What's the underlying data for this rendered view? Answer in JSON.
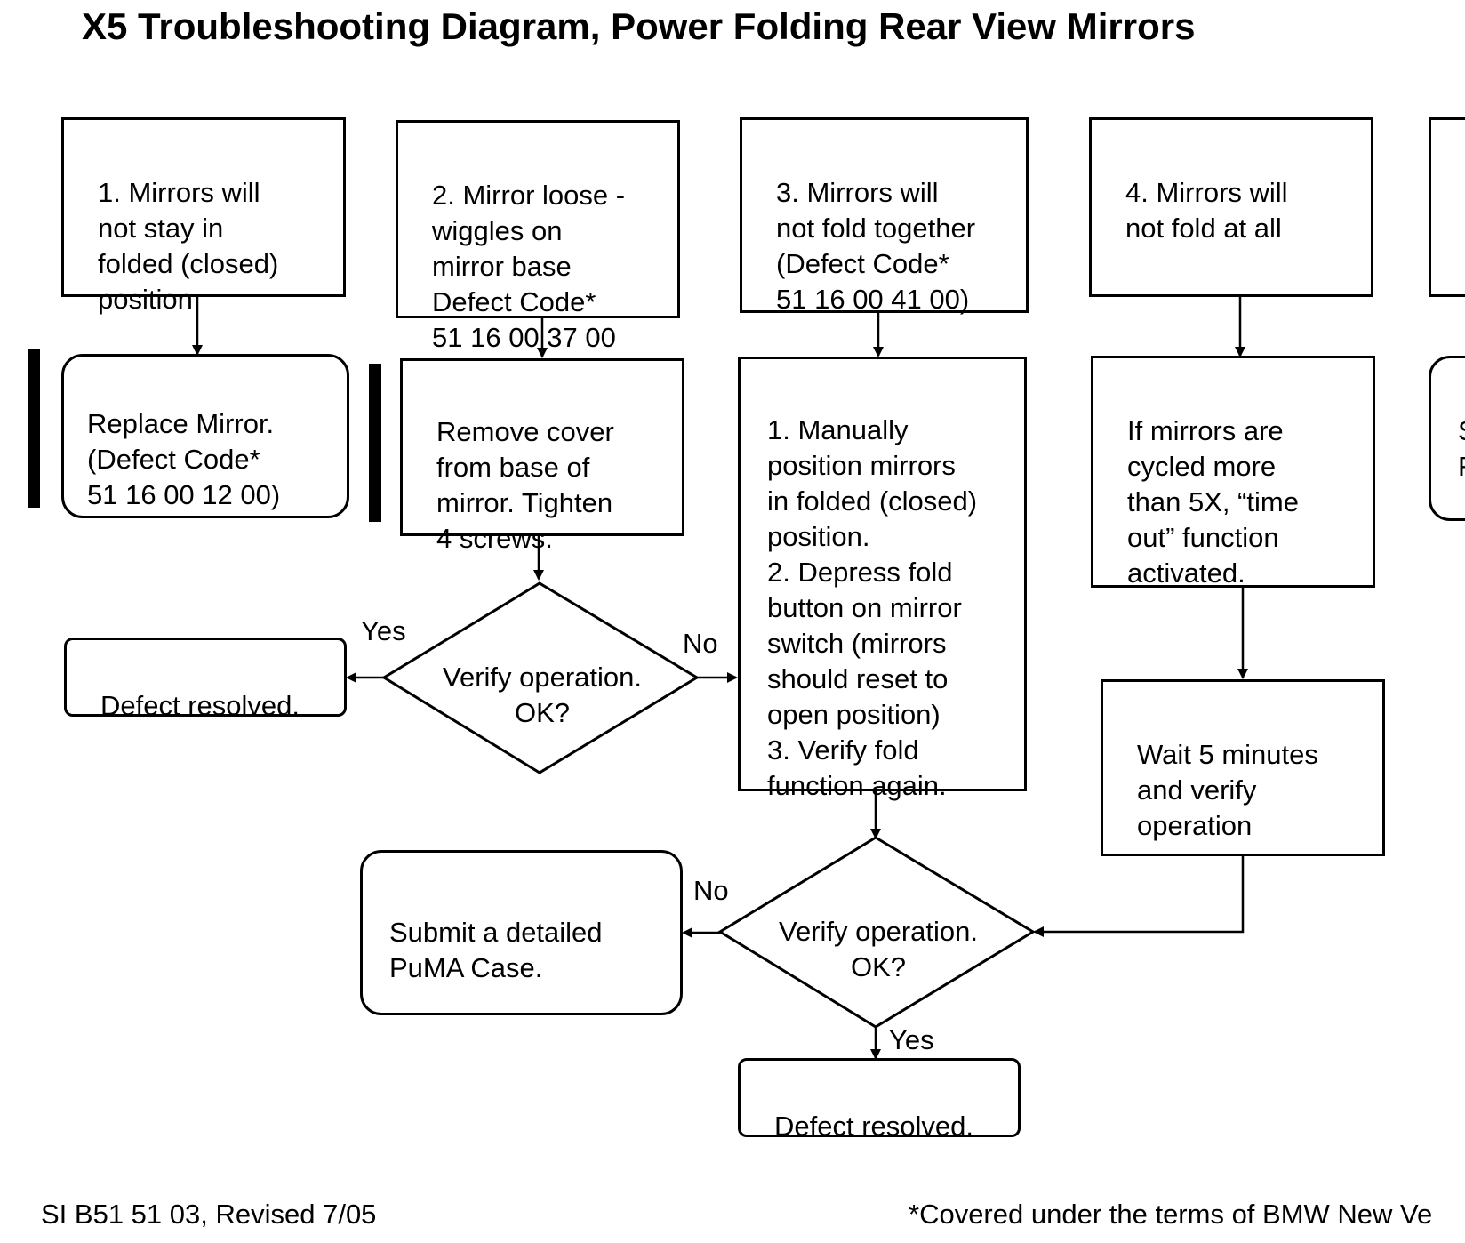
{
  "title": "X5 Troubleshooting Diagram, Power Folding Rear View Mirrors",
  "symptoms": [
    {
      "text": "1. Mirrors will\nnot stay in\nfolded (closed)\nposition"
    },
    {
      "text": "2. Mirror loose -\nwiggles on\nmirror base\nDefect Code*\n51 16 00 37 00"
    },
    {
      "text": "3. Mirrors will\nnot fold together\n(Defect Code*\n51 16 00 41 00)"
    },
    {
      "text": "4. Mirrors will\nnot fold at all"
    }
  ],
  "actions": {
    "replace_mirror": "Replace Mirror.\n(Defect Code*\n51 16 00 12 00)",
    "remove_cover": "Remove cover\nfrom base of\nmirror. Tighten\n4 screws.",
    "manual_steps": "1. Manually\nposition mirrors\nin folded (closed)\nposition.\n2. Depress fold\nbutton on mirror\nswitch (mirrors\nshould reset to\nopen position)\n3. Verify fold\nfunction again.",
    "timeout": "If mirrors are\ncycled more\nthan 5X, “time\nout” function\nactivated.",
    "wait": "Wait 5 minutes\nand verify\noperation",
    "defect_resolved_1": "Defect resolved.",
    "puma_case": "Submit a detailed\nPuMA Case.",
    "defect_resolved_2": "Defect resolved."
  },
  "partial_box_text": "S\nF",
  "decisions": {
    "verify_1": "Verify operation.\nOK?",
    "verify_2": "Verify operation.\nOK?"
  },
  "labels": {
    "yes_1": "Yes",
    "no_1": "No",
    "no_2": "No",
    "yes_2": "Yes"
  },
  "footer": {
    "left": "SI B51 51 03, Revised 7/05",
    "right": "*Covered under the terms of BMW New Ve"
  }
}
